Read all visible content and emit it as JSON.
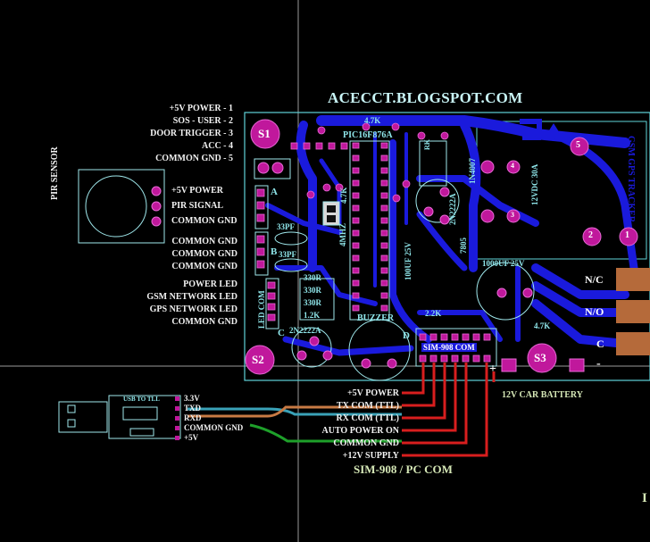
{
  "title": "ACECCT.BLOGSPOT.COM",
  "header_pins": [
    "+5V POWER - 1",
    "SOS - USER - 2",
    "DOOR TRIGGER - 3",
    "ACC - 4",
    "COMMON GND - 5"
  ],
  "pir": {
    "label": "PIR SENSOR",
    "pins": [
      "+5V POWER",
      "PIR SIGNAL",
      "COMMON GND"
    ]
  },
  "gnd_group": [
    "COMMON GND",
    "COMMON GND",
    "COMMON GND"
  ],
  "led_group": [
    "POWER LED",
    "GSM NETWORK LED",
    "GPS NETWORK LED",
    "COMMON GND"
  ],
  "led_com": "LED COM",
  "silk": {
    "s1": "S1",
    "s2": "S2",
    "s3": "S3",
    "a": "A",
    "b": "B",
    "c": "C",
    "d": "D",
    "chip": "PIC16F876A",
    "r_top": "4.7K",
    "r_mid": "4.7K",
    "cap_33a": "33PF",
    "cap_33b": "33PF",
    "r330": [
      "330R",
      "330R",
      "330R"
    ],
    "r_1k": "1.2K",
    "transistor_1": "2N2222A",
    "transistor_2": "2N2222A",
    "crystal": "4MHZ",
    "cap_100": "100UF 25V",
    "cap_1000": "1000UF 25V",
    "reg": "7805",
    "diode": "1N4007",
    "buzzer": "BUZZER",
    "r_2k2": "2.2K",
    "r_4k7_b": "4.7K",
    "sim_com": "SIM-908 COM",
    "relay_text": "12VDC 30A",
    "relay_logo": "GSM GPS TRACKER",
    "pad5": "5",
    "pad2": "2",
    "pad1": "1",
    "pad4": "4",
    "pad3": "3",
    "rk": "RK"
  },
  "relay_outputs": [
    "N/C",
    "N/O",
    "C"
  ],
  "battery": {
    "plus": "+",
    "minus": "-",
    "label": "12V CAR BATTERY"
  },
  "usb": {
    "title": "USB TO TLL",
    "pins": [
      "3.3V",
      "TXD",
      "RXD",
      "COMMON GND",
      "+5V"
    ]
  },
  "sim_labels": [
    "+5V POWER",
    "TX COM (TTL)",
    "RX COM (TTL)",
    "AUTO POWER ON",
    "COMMON GND",
    "+12V SUPPLY"
  ],
  "sim_title": "SIM-908 / PC COM",
  "edge_char": "I",
  "colors": {
    "background": "#000000",
    "track": "#1a1adc",
    "pad": "#c0189c",
    "silk": "#9fe8ec",
    "wire_red": "#d81e1e",
    "wire_green": "#1ea02a",
    "wire_cyan": "#3aa2b8",
    "wire_orange": "#c87a44"
  }
}
